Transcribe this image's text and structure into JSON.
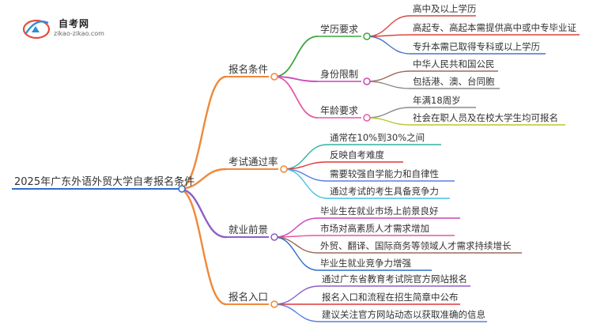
{
  "logo": {
    "title": "自考网",
    "url": "zikao-zikao.com"
  },
  "mindmap": {
    "root": {
      "label": "2025年广东外语外贸大学自考报名条件"
    },
    "branches": [
      {
        "label": "报名条件",
        "color": "#f0883a",
        "children": [
          {
            "label": "学历要求",
            "color": "#3aa63a",
            "leaves": [
              {
                "label": "高中及以上学历",
                "color": "#d9473b"
              },
              {
                "label": "高起专、高起本需提供高中或中专毕业证",
                "color": "#d9473b"
              },
              {
                "label": "专升本需已取得专科或以上学历",
                "color": "#4a72c8"
              }
            ]
          },
          {
            "label": "身份限制",
            "color": "#cc44bb",
            "leaves": [
              {
                "label": "中华人民共和国公民",
                "color": "#9e6a58"
              },
              {
                "label": "包括港、澳、台同胞",
                "color": "#8a8a8a"
              }
            ]
          },
          {
            "label": "年龄要求",
            "color": "#e55aa8",
            "leaves": [
              {
                "label": "年满18周岁",
                "color": "#8a8a8a"
              },
              {
                "label": "社会在职人员及在校大学生均可报名",
                "color": "#b9c52e"
              }
            ]
          }
        ]
      },
      {
        "label": "考试通过率",
        "color": "#f0883a",
        "leaves": [
          {
            "label": "通常在10%到30%之间",
            "color": "#35b0a2"
          },
          {
            "label": "反映自考难度",
            "color": "#e0363a"
          },
          {
            "label": "需要较强自学能力和自律性",
            "color": "#5a7fe0"
          },
          {
            "label": "通过考试的考生具备竞争力",
            "color": "#3ec4e8"
          }
        ]
      },
      {
        "label": "就业前景",
        "color": "#8b5fc7",
        "leaves": [
          {
            "label": "毕业生在就业市场上前景良好",
            "color": "#cc44bb"
          },
          {
            "label": "市场对高素质人才需求增加",
            "color": "#e05a9a"
          },
          {
            "label": "外贸、翻译、国际商务等领域人才需求持续增长",
            "color": "#9a6a5a"
          },
          {
            "label": "毕业生就业竞争力增强",
            "color": "#2f6fc8"
          }
        ]
      },
      {
        "label": "报名入口",
        "color": "#f0883a",
        "leaves": [
          {
            "label": "通过广东省教育考试院官方网站报名",
            "color": "#8b5fc7"
          },
          {
            "label": "报名入口和流程在招生简章中公布",
            "color": "#e0363a"
          },
          {
            "label": "建议关注官方网站动态以获取准确的信息",
            "color": "#5a7fe0"
          }
        ]
      }
    ]
  }
}
